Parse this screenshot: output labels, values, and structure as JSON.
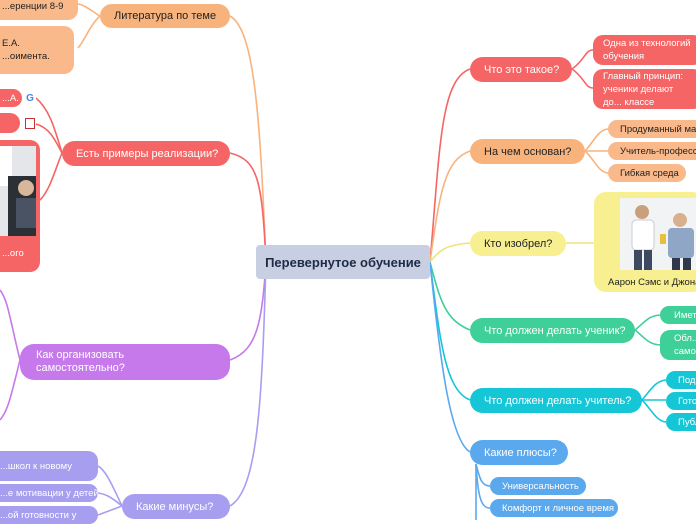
{
  "central": "Перевернутое обучение",
  "right": {
    "what": {
      "label": "Что это такое?",
      "children": [
        "Одна из технологий обучения",
        "Главный принцип: ученики делают до... классе"
      ]
    },
    "based": {
      "label": "На чем основан?",
      "children": [
        "Продуманный мат...",
        "Учитель-професси...",
        "Гибкая среда"
      ]
    },
    "who": {
      "label": "Кто изобрел?",
      "caption": "Аарон Сэмс и Джонат..."
    },
    "student": {
      "label": "Что должен делать ученик?",
      "children": [
        "Имет...",
        "Обл... само..."
      ]
    },
    "teacher": {
      "label": "Что должен делать учитель?",
      "children": [
        "Под...",
        "Гото...",
        "Публ..."
      ]
    },
    "pros": {
      "label": "Какие плюсы?",
      "children": [
        "Универсальность",
        "Комфорт и личное время"
      ]
    }
  },
  "left": {
    "literature": {
      "label": "Литература по теме",
      "children": [
        "...еренции 8-9",
        "Е.А. ...оимента."
      ]
    },
    "examples": {
      "label": "Есть примеры реализации?",
      "children": [
        "...А.",
        "",
        "...ого"
      ]
    },
    "organize": {
      "label": "Как организовать самостоятельно?"
    },
    "cons": {
      "label": "Какие минусы?",
      "children": [
        "...школ к новому",
        "...е мотивации у детей",
        "...ой готовности у"
      ]
    }
  }
}
